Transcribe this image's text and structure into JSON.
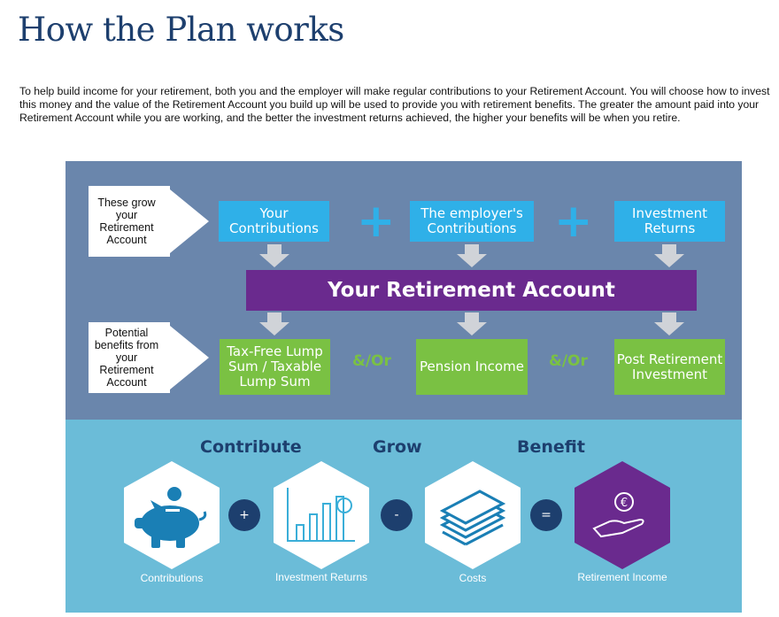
{
  "page": {
    "title": "How the Plan works",
    "intro": "To help build income for your retirement, both you and the employer will make regular contributions to your Retirement Account. You will choose how to invest this money and the value of the Retirement Account you build up will be used to provide you with retirement benefits. The greater the amount paid into your Retirement Account while you are working, and the better the investment returns achieved, the higher your benefits will be when you retire."
  },
  "flow": {
    "grow_label": "These grow your Retirement Account",
    "inputs": [
      "Your Contributions",
      "The employer's Contributions",
      "Investment Returns"
    ],
    "plus": "+",
    "account": "Your Retirement Account",
    "benefit_label": "Potential benefits from your Retirement Account",
    "outputs": [
      "Tax-Free Lump Sum / Taxable Lump Sum",
      "Pension Income",
      "Post Retirement Investment"
    ],
    "andor": "&/Or"
  },
  "stages": {
    "contribute": "Contribute",
    "grow": "Grow",
    "benefit": "Benefit",
    "items": [
      {
        "label": "Contributions",
        "icon": "piggy-bank-icon",
        "hex_color": "#ffffff"
      },
      {
        "label": "Investment Returns",
        "icon": "bar-chart-icon",
        "hex_color": "#ffffff"
      },
      {
        "label": "Costs",
        "icon": "money-stack-icon",
        "hex_color": "#ffffff"
      },
      {
        "label": "Retirement Income",
        "icon": "hand-euro-icon",
        "hex_color": "#6a2a8e"
      }
    ],
    "ops": [
      "+",
      "-",
      "="
    ]
  },
  "colors": {
    "navy": "#1d3f6e",
    "panel_top": "#6a86ac",
    "panel_bottom": "#6bbcd8",
    "blue": "#2fb0e8",
    "green": "#7ac143",
    "purple": "#6a2a8e"
  }
}
